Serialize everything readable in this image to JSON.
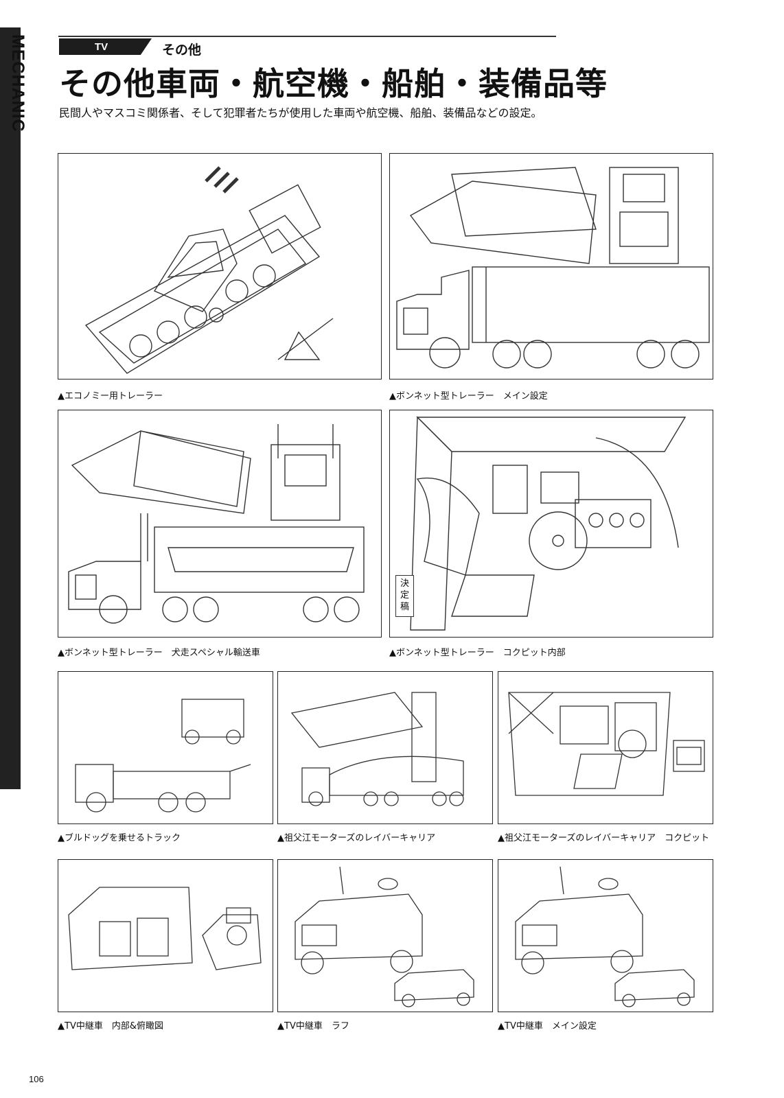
{
  "side": {
    "label": "MECHANIC"
  },
  "header": {
    "tag": "TV",
    "subcategory": "その他",
    "title": "その他車両・航空機・船舶・装備品等",
    "description": "民間人やマスコミ関係者、そして犯罪者たちが使用した車両や航空機、船舶、装備品などの設定。"
  },
  "captions": {
    "p1": "▲エコノミー用トレーラー",
    "p2": "▲ボンネット型トレーラー　メイン設定",
    "p3": "▲ボンネット型トレーラー　犬走スペシャル輸送車",
    "p4": "▲ボンネット型トレーラー　コクピット内部",
    "p5": "▲ブルドッグを乗せるトラック",
    "p6": "▲祖父江モーターズのレイバーキャリア",
    "p7": "▲祖父江モーターズのレイバーキャリア　コクピット",
    "p8": "▲TV中継車　内部&俯瞰図",
    "p9": "▲TV中継車　ラフ",
    "p10": "▲TV中継車　メイン設定"
  },
  "stamp": "決\n定\n稿",
  "page_number": "106"
}
